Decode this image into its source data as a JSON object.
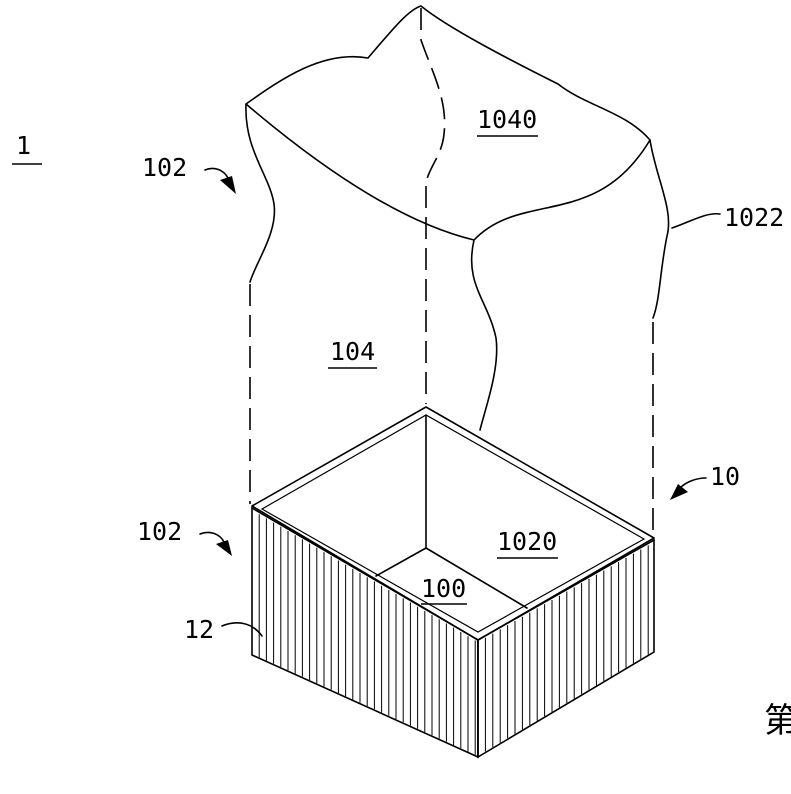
{
  "figure": {
    "labels": {
      "assembly": "1",
      "bag_upper": "102",
      "bag_lower": "102",
      "fold_line": "1022",
      "top_panel": "1040",
      "inner_space": "104",
      "side_panel": "1020",
      "container_group": "10",
      "bottom": "100",
      "shell": "12"
    },
    "caption_char": "第"
  }
}
